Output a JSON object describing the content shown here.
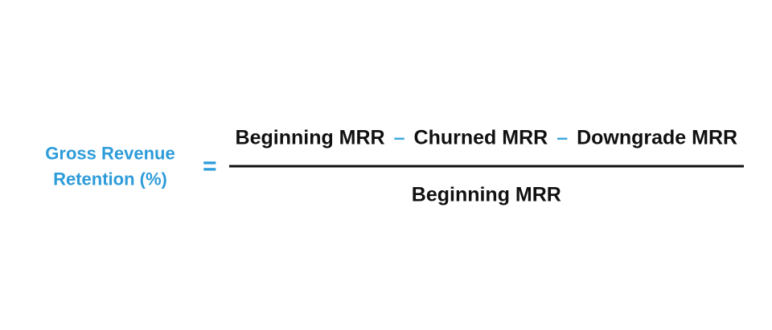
{
  "colors": {
    "accent_blue": "#2D9CD9",
    "operator_blue": "#3FA9DC",
    "text_black": "#111111",
    "background": "#FFFFFF"
  },
  "formula": {
    "label_lines": [
      "Gross Revenue",
      "Retention (%)"
    ],
    "label_full": "Gross Revenue Retention (%)",
    "equals": "=",
    "numerator": {
      "terms": [
        "Beginning MRR",
        "Churned MRR",
        "Downgrade MRR"
      ],
      "operator": "–"
    },
    "denominator": "Beginning MRR"
  }
}
